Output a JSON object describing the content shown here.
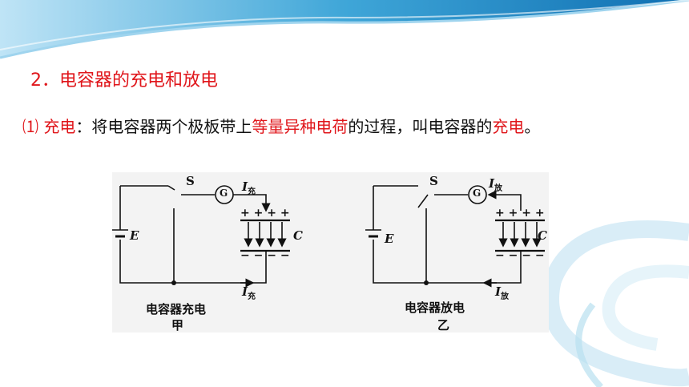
{
  "heading": "2．电容器的充电和放电",
  "definition": {
    "prefix": "⑴ ",
    "term": "充电",
    "colon": "：",
    "text1": "将电容器两个极板带上",
    "highlight": "等量异种电荷",
    "text2": "的过程，叫电容器的",
    "term2": "充电",
    "end": "。"
  },
  "figure": {
    "left": {
      "switch": "S",
      "meter": "G",
      "current_top": "I",
      "current_top_sub": "充",
      "current_bottom": "I",
      "current_bottom_sub": "充",
      "battery": "E",
      "capacitor": "C",
      "plus": "+ + + +",
      "minus": "− − − −",
      "caption": "电容器充电",
      "label": "甲"
    },
    "right": {
      "switch": "S",
      "meter": "G",
      "current_top": "I",
      "current_top_sub": "放",
      "current_bottom": "I",
      "current_bottom_sub": "放",
      "battery": "E",
      "capacitor": "C",
      "plus": "+ + + +",
      "minus": "− − − −",
      "caption": "电容器放电",
      "label": "乙"
    }
  },
  "colors": {
    "accent": "#e0161b",
    "banner": "#1f8ac4"
  }
}
